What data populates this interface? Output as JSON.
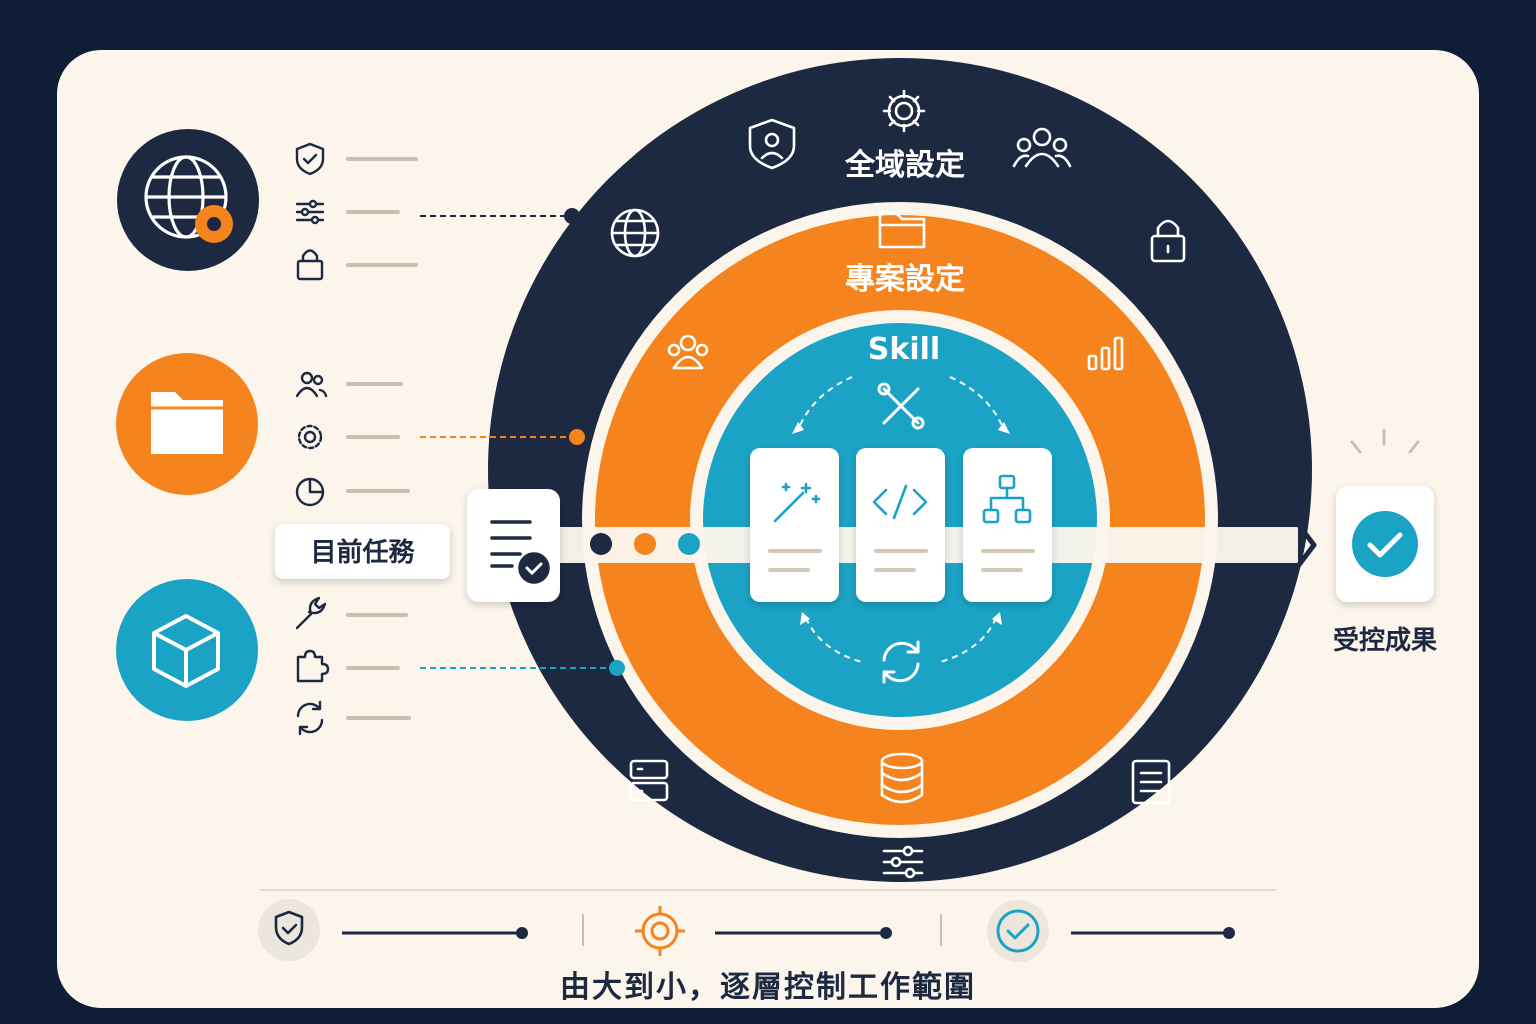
{
  "colors": {
    "background": "#0f1d36",
    "panel": "#fbf5ec",
    "navy": "#1c2940",
    "orange": "#f5841f",
    "teal": "#1ba3c6",
    "muted_line": "#c9bfb0"
  },
  "rings": {
    "outer_label": "全域設定",
    "middle_label": "專案設定",
    "inner_label": "Skill"
  },
  "task": {
    "label": "目前任務",
    "icon": "task-list-check-icon"
  },
  "result": {
    "label": "受控成果",
    "icon": "check-circle-icon"
  },
  "skill_cards": [
    {
      "icon": "magic-wand-icon"
    },
    {
      "icon": "code-icon"
    },
    {
      "icon": "sitemap-icon"
    }
  ],
  "left_legend": [
    {
      "circle_icon": "globe-gear-icon",
      "color": "navy",
      "items": [
        "shield-check-icon",
        "sliders-icon",
        "lock-icon"
      ]
    },
    {
      "circle_icon": "folder-icon",
      "color": "orange",
      "items": [
        "users-icon",
        "gear-icon",
        "pie-chart-icon"
      ]
    },
    {
      "circle_icon": "cube-icon",
      "color": "teal",
      "items": [
        "wrench-icon",
        "puzzle-icon",
        "refresh-icon"
      ]
    }
  ],
  "bottom_steps": [
    {
      "icon": "shield-check-icon",
      "color": "navy"
    },
    {
      "icon": "target-icon",
      "color": "orange"
    },
    {
      "icon": "check-circle-icon",
      "color": "teal"
    }
  ],
  "caption": "由大到小，逐層控制工作範圍"
}
